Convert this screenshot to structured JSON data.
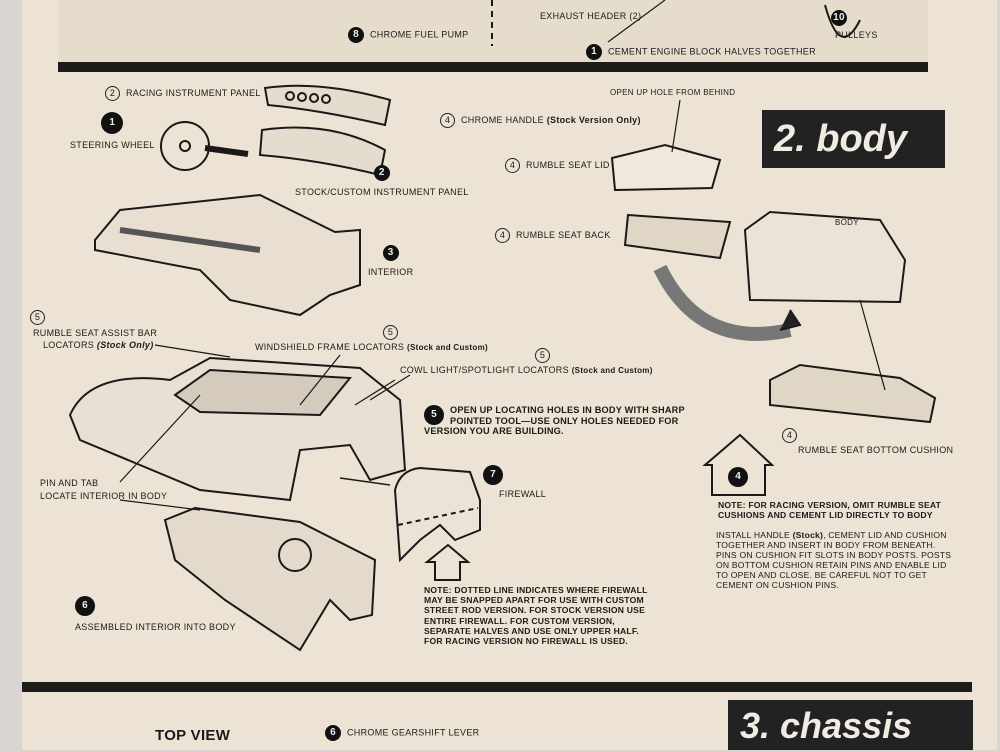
{
  "top_section": {
    "fuel_pump": {
      "num": "8",
      "label": "CHROME FUEL PUMP"
    },
    "exhaust": {
      "label": "EXHAUST HEADER (2)"
    },
    "engine_block": {
      "num": "1",
      "label": "CEMENT ENGINE BLOCK HALVES TOGETHER"
    },
    "pulleys": {
      "num": "10",
      "label": "PULLEYS"
    }
  },
  "body_section": {
    "title": "2. body",
    "racing_panel": {
      "num": "2",
      "label": "RACING INSTRUMENT PANEL"
    },
    "steering_wheel": {
      "num": "1",
      "label": "STEERING WHEEL"
    },
    "stock_panel": {
      "num": "2",
      "label": "STOCK/CUSTOM INSTRUMENT PANEL"
    },
    "interior": {
      "num": "3",
      "label": "INTERIOR"
    },
    "chrome_handle": {
      "num": "4",
      "label": "CHROME HANDLE",
      "note": "(Stock Version Only)"
    },
    "open_hole": "OPEN UP HOLE FROM BEHIND",
    "seat_lid": {
      "num": "4",
      "label": "RUMBLE SEAT LID"
    },
    "seat_back": {
      "num": "4",
      "label": "RUMBLE SEAT BACK"
    },
    "body_label": "BODY",
    "assist_bar": {
      "num": "5",
      "label1": "RUMBLE SEAT ASSIST BAR",
      "label2": "LOCATORS",
      "note": "(Stock Only)"
    },
    "windshield": {
      "num": "5",
      "label": "WINDSHIELD FRAME LOCATORS",
      "note": "(Stock and Custom)"
    },
    "cowl_light": {
      "num": "5",
      "label": "COWL LIGHT/SPOTLIGHT LOCATORS",
      "note": "(Stock and Custom)"
    },
    "step5": {
      "num": "5",
      "text": "OPEN UP LOCATING HOLES IN BODY WITH SHARP POINTED TOOL—USE ONLY HOLES NEEDED FOR VERSION YOU ARE BUILDING."
    },
    "firewall": {
      "num": "7",
      "label": "FIREWALL"
    },
    "firewall_note": {
      "lead": "NOTE:",
      "text": "DOTTED LINE INDICATES WHERE FIREWALL MAY BE SNAPPED APART FOR USE WITH CUSTOM STREET ROD VERSION. FOR STOCK VERSION USE ENTIRE FIREWALL. FOR CUSTOM VERSION, SEPARATE HALVES AND USE ONLY UPPER HALF. FOR RACING VERSION NO FIREWALL IS USED."
    },
    "pin_tab": {
      "line1": "PIN AND TAB",
      "line2": "LOCATE INTERIOR IN BODY"
    },
    "assembled": {
      "num": "6",
      "label": "ASSEMBLED INTERIOR INTO BODY"
    },
    "bottom_cushion": {
      "num": "4",
      "label": "RUMBLE SEAT BOTTOM CUSHION"
    },
    "arrow_num": "4",
    "racing_note": {
      "lead": "NOTE:",
      "text": "FOR RACING VERSION, OMIT RUMBLE SEAT CUSHIONS AND CEMENT LID DIRECTLY TO BODY"
    },
    "install_note": {
      "pre": "INSTALL HANDLE",
      "stock": "(Stock)",
      "text": ", CEMENT LID AND CUSHION TOGETHER AND INSERT IN BODY FROM BENEATH. PINS ON CUSHION FIT SLOTS IN BODY POSTS. POSTS ON BOTTOM CUSHION RETAIN PINS AND ENABLE LID TO OPEN AND CLOSE. BE CAREFUL NOT TO GET CEMENT ON CUSHION PINS."
    }
  },
  "chassis_section": {
    "title": "3. chassis",
    "top_view": "TOP VIEW",
    "gearshift": {
      "num": "6",
      "label": "CHROME GEARSHIFT LEVER"
    }
  }
}
